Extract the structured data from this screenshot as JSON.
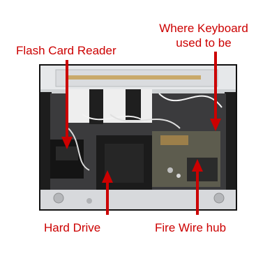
{
  "labels": {
    "flash_card_reader": "Flash Card Reader",
    "where_keyboard_line1": "Where Keyboard",
    "where_keyboard_line2": "used to be",
    "hard_drive": "Hard Drive",
    "fire_wire_hub": "Fire Wire hub"
  },
  "colors": {
    "annotation": "#cc0000",
    "frame": "#111111",
    "background": "#ffffff"
  }
}
